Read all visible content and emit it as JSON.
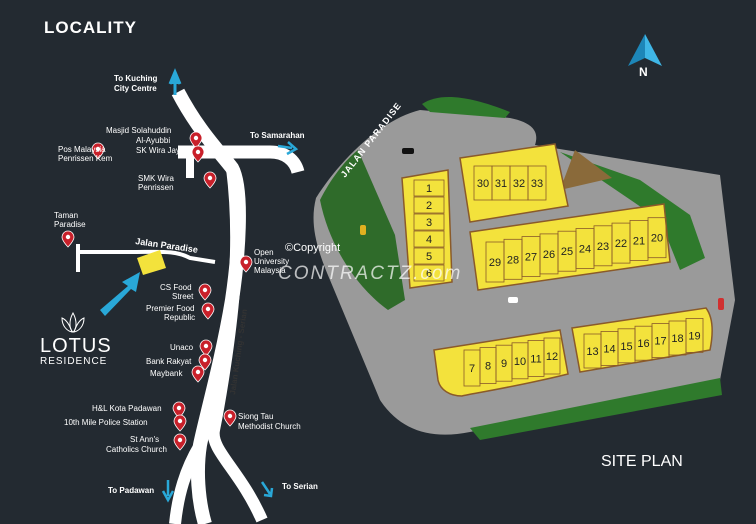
{
  "header": {
    "locality": "LOCALITY",
    "site_plan": "SITE PLAN"
  },
  "compass": {
    "letter": "N"
  },
  "brand": {
    "name": "LOTUS",
    "sub": "RESIDENCE"
  },
  "watermark": {
    "copyright": "©Copyright",
    "name": "CONTRACTZ.com"
  },
  "roads": {
    "paradise": "Jalan Paradise",
    "kuching_serian": "Jalan Kuching - Serian",
    "site_road": "JALAN PARADISE"
  },
  "directions": {
    "kuching": [
      "To Kuching",
      "City Centre"
    ],
    "samarahan": "To Samarahan",
    "padawan": "To Padawan",
    "serian": "To Serian"
  },
  "places": {
    "masjid": [
      "Masjid Solahuddin",
      "Al-Ayubbi"
    ],
    "pos": [
      "Pos Malaysia",
      "Penrissen Kem"
    ],
    "sk": "SK Wira Jaya",
    "smk": [
      "SMK Wira",
      "Penrissen"
    ],
    "taman": [
      "Taman",
      "Paradise"
    ],
    "open_univ": [
      "Open",
      "University",
      "Malaysia"
    ],
    "cs_food": [
      "CS Food",
      "Street"
    ],
    "premier": [
      "Premier Food",
      "Republic"
    ],
    "unaco": "Unaco",
    "bank": "Bank Rakyat",
    "maybank": "Maybank",
    "hl": "H&L Kota Padawan",
    "police": "10th Mile Police Station",
    "stann": [
      "St Ann's",
      "Catholics Church"
    ],
    "siong": [
      "Siong Tau",
      "Methodist Church"
    ]
  },
  "lots": {
    "col_left": [
      "1",
      "2",
      "3",
      "4",
      "5",
      "6"
    ],
    "top_row": [
      "30",
      "31",
      "32",
      "33"
    ],
    "mid_row": [
      "29",
      "28",
      "27",
      "26",
      "25",
      "24",
      "23",
      "22",
      "21",
      "20"
    ],
    "bot_left": [
      "7",
      "8",
      "9",
      "10",
      "11",
      "12"
    ],
    "bot_right": [
      "13",
      "14",
      "15",
      "16",
      "17",
      "18",
      "19"
    ]
  },
  "colors": {
    "background": "#232a31",
    "lot": "#f3e23c",
    "road": "#9a9a9a",
    "accent": "#29a8d8",
    "pin": "#c8202a"
  }
}
